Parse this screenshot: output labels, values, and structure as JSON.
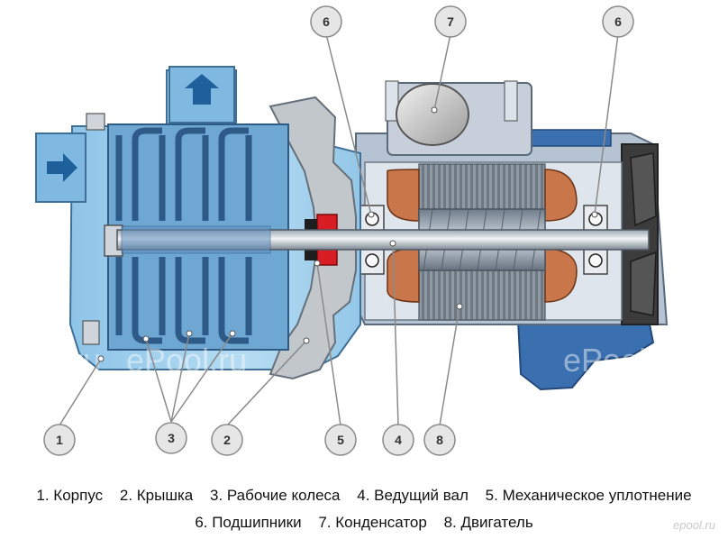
{
  "callouts": [
    {
      "id": "c1",
      "number": "1"
    },
    {
      "id": "c2",
      "number": "2"
    },
    {
      "id": "c3",
      "number": "3"
    },
    {
      "id": "c4",
      "number": "4"
    },
    {
      "id": "c5",
      "number": "5"
    },
    {
      "id": "c6a",
      "number": "6"
    },
    {
      "id": "c6b",
      "number": "6"
    },
    {
      "id": "c7",
      "number": "7"
    },
    {
      "id": "c8",
      "number": "8"
    }
  ],
  "legend": {
    "row1": [
      "1. Корпус",
      "2. Крышка",
      "3. Рабочие колеса",
      "4. Ведущий вал",
      "5. Механическое уплотнение"
    ],
    "row2": [
      "6. Подшипники",
      "7. Конденсатор",
      "8. Двигатель"
    ]
  },
  "watermark": "ePool.ru",
  "brand_logo": "epool.ru",
  "flow_arrows": {
    "inlet": "arrow-right-icon",
    "outlet": "arrow-up-icon"
  },
  "colors": {
    "pump_body": "#a9d4ee",
    "pump_body_dark": "#5f9cc9",
    "impeller": "#2d5a86",
    "motor_housing": "#b5c3d3",
    "motor_base": "#3a6fb0",
    "copper_winding": "#c9764a",
    "seal_red": "#d81e24",
    "callout_fill": "#e6e6e6",
    "callout_stroke": "#8a8a8a",
    "leader_line": "#8a8a8a"
  }
}
